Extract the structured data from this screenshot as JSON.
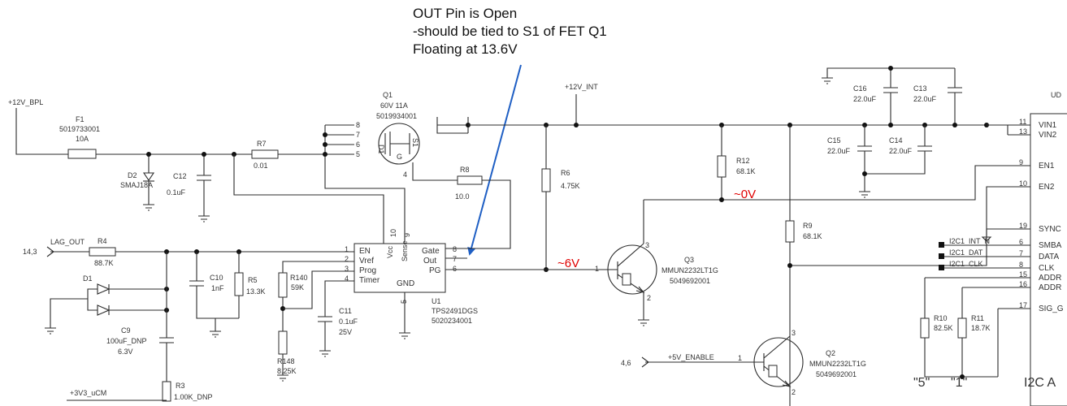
{
  "annotation": {
    "lines": [
      "OUT Pin is Open",
      "-should be tied to S1 of FET Q1",
      "Floating at 13.6V"
    ],
    "arrow_color": "#1f5fc4"
  },
  "nets": {
    "v12_bpl": "+12V_BPL",
    "v12_int": "+12V_INT",
    "lag_out": "LAG_OUT",
    "lag_out_pins": "14,3",
    "v5_enable": "+5V_ENABLE",
    "v5_enable_pins": "4,6",
    "v3v3": "+3V3_uCM"
  },
  "voltage_marks": {
    "v0": "~0V",
    "v6": "~6V",
    "color": "#e00000"
  },
  "components": {
    "F1": {
      "ref": "F1",
      "part": "5019733001",
      "value": "10A"
    },
    "D2": {
      "ref": "D2",
      "value": "SMAJ18A"
    },
    "C12": {
      "ref": "C12",
      "value": "0.1uF"
    },
    "R7": {
      "ref": "R7",
      "value": "0.01"
    },
    "Q1": {
      "ref": "Q1",
      "value": "60V 11A",
      "part": "5019934001",
      "pin_d": "D1",
      "pin_g": "G",
      "pin_s": "S1",
      "pin4": "4"
    },
    "R8": {
      "ref": "R8",
      "value": "10.0"
    },
    "R6": {
      "ref": "R6",
      "value": "4.75K"
    },
    "R12": {
      "ref": "R12",
      "value": "68.1K"
    },
    "R9": {
      "ref": "R9",
      "value": "68.1K"
    },
    "C16": {
      "ref": "C16",
      "value": "22.0uF"
    },
    "C13": {
      "ref": "C13",
      "value": "22.0uF"
    },
    "C15": {
      "ref": "C15",
      "value": "22.0uF"
    },
    "C14": {
      "ref": "C14",
      "value": "22.0uF"
    },
    "R4": {
      "ref": "R4",
      "value": "88.7K"
    },
    "D1": {
      "ref": "D1"
    },
    "C9": {
      "ref": "C9",
      "value": "100uF_DNP",
      "voltage": "6.3V"
    },
    "C10": {
      "ref": "C10",
      "value": "1nF"
    },
    "R5": {
      "ref": "R5",
      "value": "13.3K"
    },
    "R140": {
      "ref": "R140",
      "value": "59K"
    },
    "R148": {
      "ref": "R148",
      "value": "8.25K"
    },
    "C11": {
      "ref": "C11",
      "value": "0.1uF",
      "voltage": "25V"
    },
    "R3": {
      "ref": "R3",
      "value": "1.00K_DNP"
    },
    "U1": {
      "ref": "U1",
      "part": "TPS2491DGS",
      "number": "5020234001",
      "pins_left": [
        "EN",
        "Vref",
        "Prog",
        "Timer"
      ],
      "pins_left_nums": [
        "1",
        "2",
        "3",
        "4"
      ],
      "pins_right": [
        "Gate",
        "Out",
        "PG"
      ],
      "pins_right_nums": [
        "8",
        "7",
        "6"
      ],
      "vcc": "Vcc",
      "sense": "Sense",
      "gnd": "GND",
      "pin_vcc": "10",
      "pin_sense": "9",
      "pin_gnd": "5"
    },
    "Q3": {
      "ref": "Q3",
      "part": "MMUN2232LT1G",
      "number": "5049692001",
      "pins": [
        "1",
        "2",
        "3"
      ]
    },
    "Q2": {
      "ref": "Q2",
      "part": "MMUN2232LT1G",
      "number": "5049692001",
      "pins": [
        "1",
        "2",
        "3"
      ]
    },
    "R10": {
      "ref": "R10",
      "value": "82.5K"
    },
    "R11": {
      "ref": "R11",
      "value": "18.7K"
    }
  },
  "ud": {
    "ref": "UD",
    "pins": [
      {
        "num": "11",
        "name": "VIN1"
      },
      {
        "num": "13",
        "name": "VIN2"
      },
      {
        "num": "9",
        "name": "EN1"
      },
      {
        "num": "10",
        "name": "EN2"
      },
      {
        "num": "19",
        "name": "SYNC"
      },
      {
        "num": "6",
        "name": "SMBA"
      },
      {
        "num": "7",
        "name": "DATA"
      },
      {
        "num": "8",
        "name": "CLK"
      },
      {
        "num": "15",
        "name": "ADDR"
      },
      {
        "num": "16",
        "name": "ADDR"
      },
      {
        "num": "17",
        "name": "SIG_G"
      }
    ],
    "i2c_nets": [
      "I2C1_INT_N",
      "I2C1_DAT",
      "I2C1_CLK"
    ],
    "addr_marks": [
      "\"5\"",
      "\"1\""
    ],
    "i2c_label": "I2C A"
  }
}
